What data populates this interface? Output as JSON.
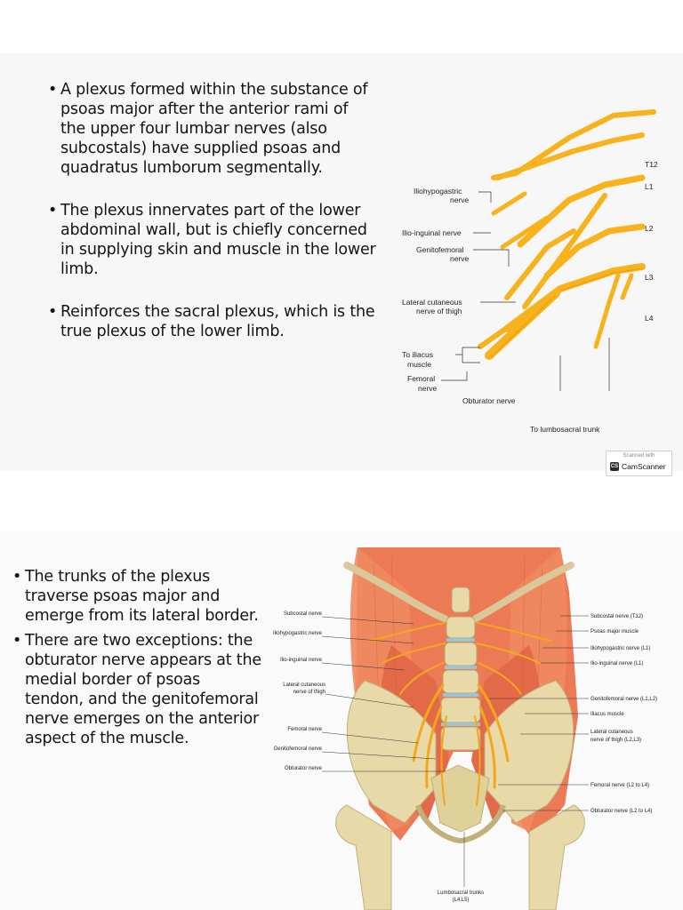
{
  "slide1": {
    "bullets": [
      "A plexus formed within the substance of psoas major after the anterior rami of the upper four lumbar nerves (also subcostals) have supplied psoas and quadratus lumborum segmentally.",
      "The plexus innervates part of the lower abdominal wall, but is chiefly concerned in supplying skin and muscle in the lower limb.",
      "Reinforces the sacral plexus, which is the true plexus of the lower limb."
    ],
    "diagram": {
      "levels": [
        "T12",
        "L1",
        "L2",
        "L3",
        "L4"
      ],
      "labels": {
        "iliohypogastric_1": "Iliohypogastric",
        "iliohypogastric_2": "nerve",
        "ilioinguinal": "Ilio-inguinal nerve",
        "genitofemoral_1": "Genitofemoral",
        "genitofemoral_2": "nerve",
        "lateral_cutaneous_1": "Lateral cutaneous",
        "lateral_cutaneous_2": "nerve of thigh",
        "iliacus_1": "To iliacus",
        "iliacus_2": "muscle",
        "femoral_1": "Femoral",
        "femoral_2": "nerve",
        "obturator": "Obturator nerve",
        "lumbosacral": "To lumbosacral trunk"
      }
    }
  },
  "badge": {
    "scanned_with": "Scanned with",
    "logo": "CS",
    "name": "CamScanner"
  },
  "slide2": {
    "bullets": [
      "The trunks of the plexus traverse psoas major and emerge from its lateral border.",
      "There are two exceptions: the obturator nerve appears at the medial border of psoas tendon, and the genitofemoral nerve emerges on the anterior aspect of the muscle."
    ],
    "anatomy": {
      "left_labels": [
        "Subcostal nerve",
        "Iliohypogastric nerve",
        "Ilio-inguinal nerve",
        "Lateral cutaneous",
        "nerve of thigh",
        "Femoral nerve",
        "Genitofemoral nerve",
        "Obturator nerve"
      ],
      "right_labels": [
        "Subcostal nerve (T12)",
        "Psoas major muscle",
        "Iliohypogastric nerve (L1)",
        "Ilio-inguinal nerve (L1)",
        "Genitofemoral nerve (L1,L2)",
        "Iliacus muscle",
        "Lateral cutaneous",
        "nerve of thigh (L2,L3)",
        "Femoral nerve (L2 to L4)",
        "Obturator nerve (L2 to L4)"
      ],
      "bottom_label_1": "Lumbosacral trunks",
      "bottom_label_2": "(L4,L5)"
    }
  },
  "colors": {
    "nerve": "#f7b21c",
    "nerve_edge": "#d88a00",
    "muscle": "#ec7a55",
    "bone": "#e7d9a8",
    "text": "#141414"
  }
}
